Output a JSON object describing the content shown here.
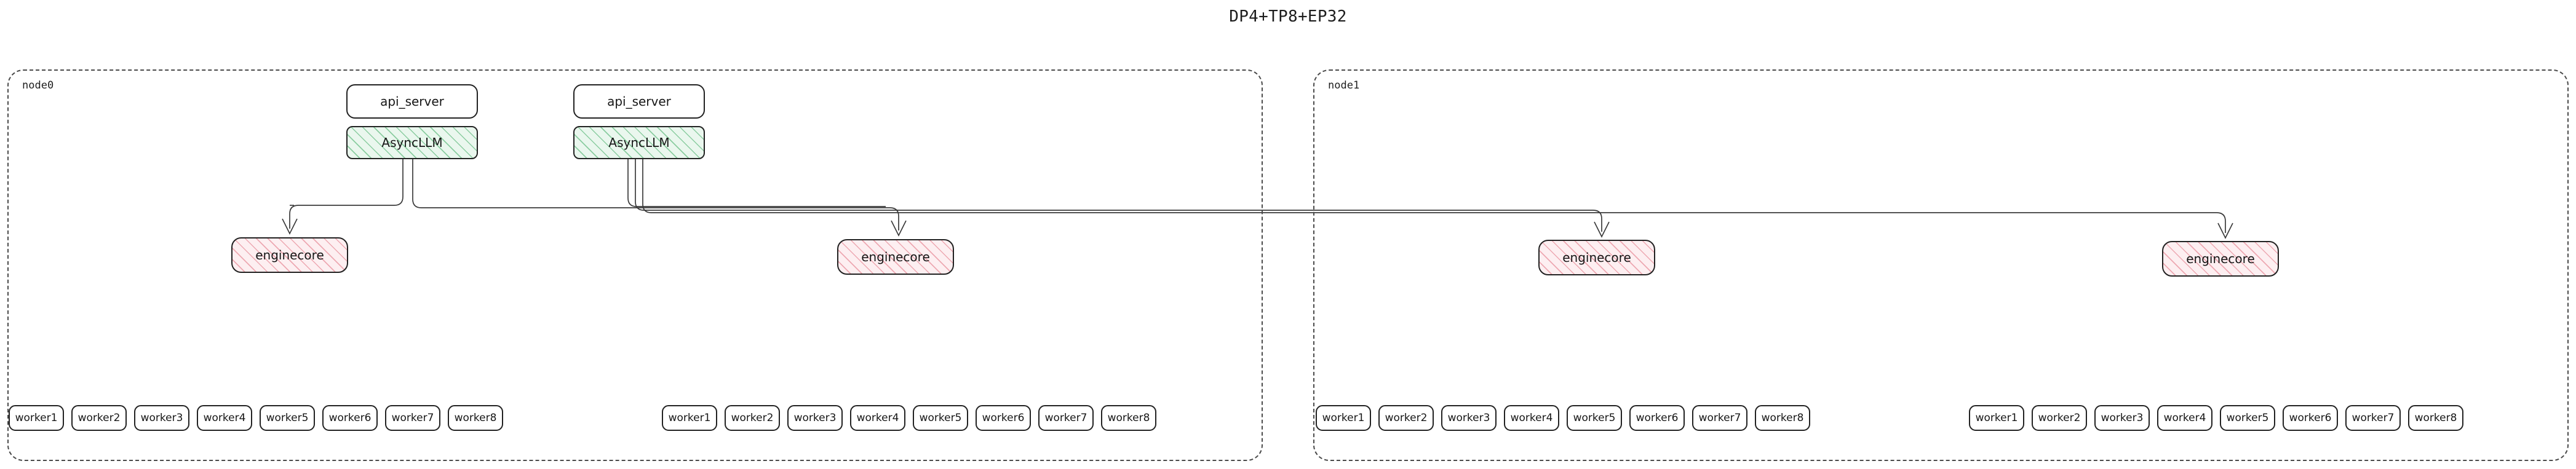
{
  "title": "DP4+TP8+EP32",
  "diagram": {
    "type": "block-diagram",
    "node_count": 2,
    "worker_label_prefix": "worker",
    "nodes": [
      {
        "id": "node0",
        "label": "node0",
        "frontends": [
          {
            "api_server": "api_server",
            "async_llm": "AsyncLLM"
          },
          {
            "api_server": "api_server",
            "async_llm": "AsyncLLM"
          }
        ],
        "enginecores": [
          {
            "label": "enginecore"
          },
          {
            "label": "enginecore"
          }
        ],
        "worker_groups": [
          {
            "workers": [
              "worker1",
              "worker2",
              "worker3",
              "worker4",
              "worker5",
              "worker6",
              "worker7",
              "worker8"
            ]
          },
          {
            "workers": [
              "worker1",
              "worker2",
              "worker3",
              "worker4",
              "worker5",
              "worker6",
              "worker7",
              "worker8"
            ]
          }
        ]
      },
      {
        "id": "node1",
        "label": "node1",
        "frontends": [],
        "enginecores": [
          {
            "label": "enginecore"
          },
          {
            "label": "enginecore"
          }
        ],
        "worker_groups": [
          {
            "workers": [
              "worker1",
              "worker2",
              "worker3",
              "worker4",
              "worker5",
              "worker6",
              "worker7",
              "worker8"
            ]
          },
          {
            "workers": [
              "worker1",
              "worker2",
              "worker3",
              "worker4",
              "worker5",
              "worker6",
              "worker7",
              "worker8"
            ]
          }
        ]
      }
    ]
  },
  "colors": {
    "async_llm_fill": "#eaf7ee",
    "async_llm_hatch": "#3caa5f",
    "enginecore_fill": "#fdeff1",
    "enginecore_hatch": "#e27887",
    "box_stroke": "#222222",
    "node_border": "#4a4a4a",
    "edge_stroke": "#3a3a3a",
    "background": "#ffffff",
    "text": "#161616"
  }
}
